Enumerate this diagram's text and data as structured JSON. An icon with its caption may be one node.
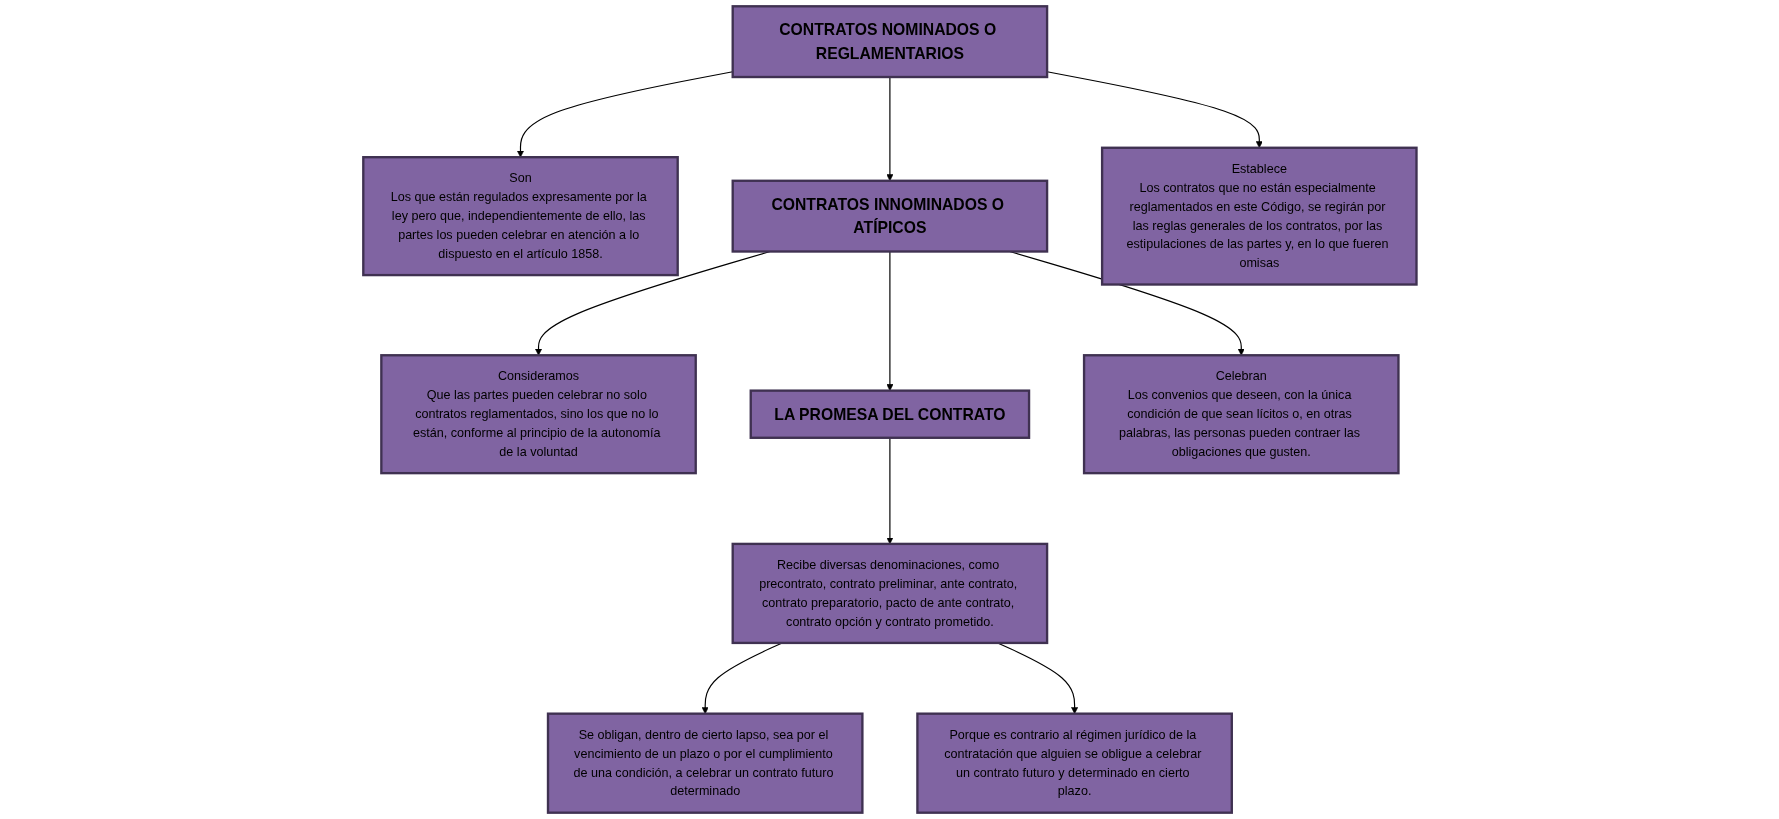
{
  "diagram": {
    "nodes": [
      {
        "text": [
          "CONTRATOS NOMINADOS O REGLAMENTARIOS"
        ]
      },
      {
        "text": [
          "Son",
          "Los que están regulados expresamente por la ley pero que, independientemente de ello, las partes los pueden celebrar en atención a lo dispuesto en el artículo 1858."
        ]
      },
      {
        "text": [
          "Establece",
          "Los contratos que no están especialmente reglamentados en este Código, se regirán por las reglas generales de los contratos, por las estipulaciones de las partes y, en lo que fueren omisas"
        ]
      },
      {
        "text": [
          "CONTRATOS INNOMINADOS O ATÍPICOS"
        ]
      },
      {
        "text": [
          "Consideramos",
          "Que las partes pueden celebrar no solo contratos reglamentados, sino los que no lo están, conforme al principio de la autonomía de la voluntad"
        ]
      },
      {
        "text": [
          "Celebran",
          "Los convenios que deseen, con la única condición de que sean lícitos o, en otras palabras, las personas pueden contraer las obligaciones que gusten."
        ]
      },
      {
        "text": [
          "LA PROMESA DEL CONTRATO"
        ]
      },
      {
        "text": [
          "Recibe diversas denominaciones, como precontrato, contrato preliminar, ante contrato, contrato preparatorio, pacto de ante contrato, contrato opción y contrato prometido."
        ]
      },
      {
        "text": [
          "Se obligan, dentro de cierto lapso, sea por el vencimiento de un plazo o por el cumplimiento de una condición, a celebrar un contrato futuro determinado"
        ]
      },
      {
        "text": [
          "Porque es contrario al régimen jurídico de la contratación que alguien se obligue a celebrar un contrato futuro y determinado en cierto plazo."
        ]
      }
    ],
    "edges": [
      {
        "from": 0,
        "to": 1,
        "arrow": "to"
      },
      {
        "from": 0,
        "to": 2,
        "arrow": "to"
      },
      {
        "from": 0,
        "to": 3,
        "arrow": "to"
      },
      {
        "from": 3,
        "to": 4,
        "arrow": "to"
      },
      {
        "from": 3,
        "to": 5,
        "arrow": "to"
      },
      {
        "from": 3,
        "to": 6,
        "arrow": "to"
      },
      {
        "from": 6,
        "to": 7,
        "arrow": "to"
      },
      {
        "from": 7,
        "to": 8,
        "arrow": "to"
      },
      {
        "from": 7,
        "to": 9,
        "arrow": "to"
      }
    ]
  }
}
